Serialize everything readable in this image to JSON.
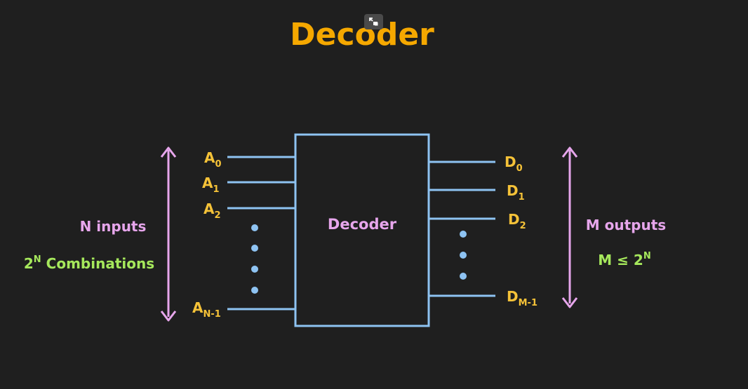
{
  "title": "Decoder",
  "block_label": "Decoder",
  "inputs": {
    "side_label": "N inputs",
    "combinations": {
      "base": "2",
      "exp": "N",
      "suffix": " Combinations"
    },
    "lines": [
      {
        "base": "A",
        "sub": "0"
      },
      {
        "base": "A",
        "sub": "1"
      },
      {
        "base": "A",
        "sub": "2"
      },
      {
        "base": "A",
        "sub": "N-1"
      }
    ]
  },
  "outputs": {
    "side_label": "M outputs",
    "constraint": {
      "lhs": "M ≤ ",
      "base": "2",
      "exp": "N"
    },
    "lines": [
      {
        "base": "D",
        "sub": "0"
      },
      {
        "base": "D",
        "sub": "1"
      },
      {
        "base": "D",
        "sub": "2"
      },
      {
        "base": "D",
        "sub": "M-1"
      }
    ]
  },
  "icons": {
    "expand": "expand-icon"
  },
  "colors": {
    "background": "#1f1f1f",
    "title": "#f5a800",
    "line_label": "#f5c238",
    "wire": "#8ec3f2",
    "dots": "#8ec3f2",
    "side_label": "#e7a6ec",
    "arrow": "#e7a6ec",
    "formula": "#a6e85c",
    "block_text": "#e7a6ec"
  }
}
